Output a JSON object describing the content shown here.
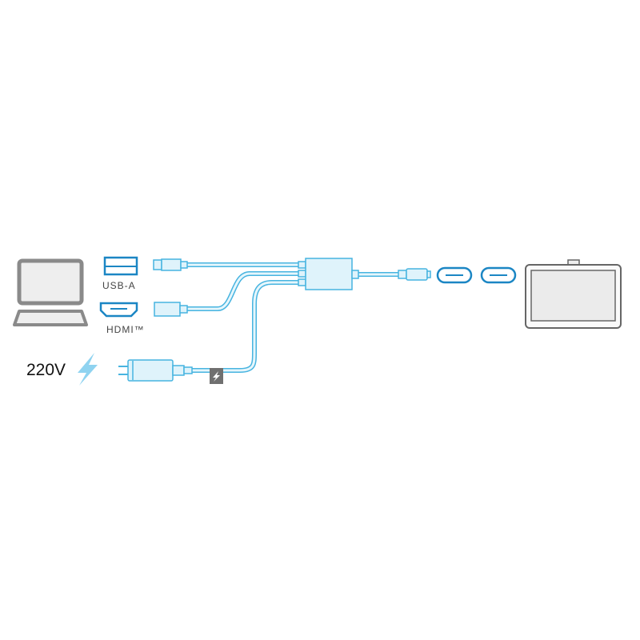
{
  "labels": {
    "usb_a": "USB-A",
    "hdmi": "HDMI™",
    "voltage": "220V"
  },
  "icons": [
    "laptop-icon",
    "usb-a-port-icon",
    "hdmi-port-icon",
    "lightning-icon",
    "power-plug-icon",
    "hub-icon",
    "usb-c-port-icon",
    "tablet-display-icon"
  ],
  "colors": {
    "cable": "#47b4e0",
    "port_outline": "#1b86c4",
    "device_gray": "#8a8a8a",
    "lightning": "#8fd3f0",
    "power_tag": "#707070"
  }
}
